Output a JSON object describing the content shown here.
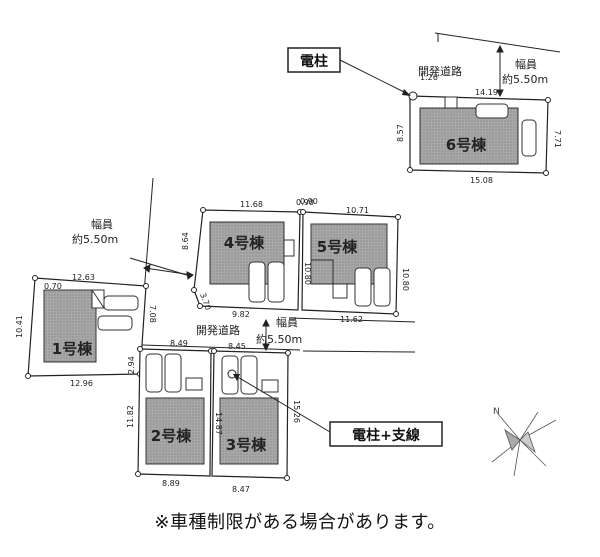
{
  "lots": [
    {
      "label": "1号棟",
      "dims": [
        "12.63",
        "0.70",
        "10.41",
        "7.08",
        "12.96"
      ]
    },
    {
      "label": "2号棟",
      "dims": [
        "8.49",
        "2.94",
        "11.82",
        "8.89"
      ]
    },
    {
      "label": "3号棟",
      "dims": [
        "8.45",
        "14.87",
        "15.26",
        "8.47"
      ]
    },
    {
      "label": "4号棟",
      "dims": [
        "11.68",
        "8.64",
        "0.90",
        "3.70",
        "9.82"
      ]
    },
    {
      "label": "5号棟",
      "dims": [
        "0.90",
        "10.71",
        "10.80",
        "10.80",
        "11.62"
      ]
    },
    {
      "label": "6号棟",
      "dims": [
        "1.26",
        "14.19",
        "8.57",
        "7.71",
        "15.08"
      ]
    }
  ],
  "roads": {
    "dev_road_1": "開発道路",
    "width_1_label": "幅員",
    "width_1_value": "約5.50m",
    "dev_road_2": "開発道路",
    "width_2_label": "幅員",
    "width_2_value": "約5.50m",
    "width_3_label": "幅員",
    "width_3_value": "約5.50m"
  },
  "callouts": {
    "pole": "電柱",
    "pole_guy": "電柱+支線"
  },
  "note": "※車種制限がある場合があります。"
}
